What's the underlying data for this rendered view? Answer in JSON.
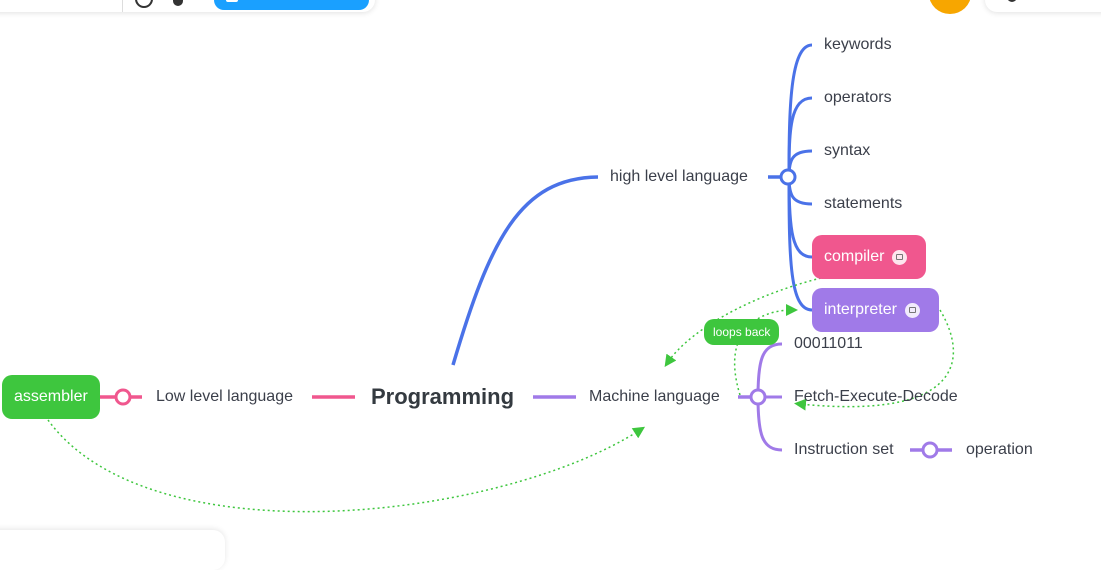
{
  "colors": {
    "blue": "#4a72e8",
    "pink": "#f0578e",
    "purple": "#a07ae8",
    "green": "#3ec63e",
    "orange": "#f7a600",
    "toolbar_blue": "#1aa0ff"
  },
  "root": {
    "label": "Programming"
  },
  "high_level": {
    "label": "high level language",
    "children": [
      "keywords",
      "operators",
      "syntax",
      "statements"
    ],
    "compiler": "compiler",
    "interpreter": "interpreter"
  },
  "low_level": {
    "label": "Low level language",
    "assembler": "assembler"
  },
  "machine": {
    "label": "Machine language",
    "children": [
      "00011011",
      "Fetch-Execute-Decode",
      "Instruction set"
    ],
    "operation": "operation"
  },
  "relations": {
    "loops_back": "loops back"
  },
  "icons": {
    "toolbar": [
      "help-icon",
      "pin-icon",
      "bookmark-icon",
      "orange-avatar-icon",
      "search-icon"
    ],
    "notes": [
      "note-icon"
    ]
  }
}
